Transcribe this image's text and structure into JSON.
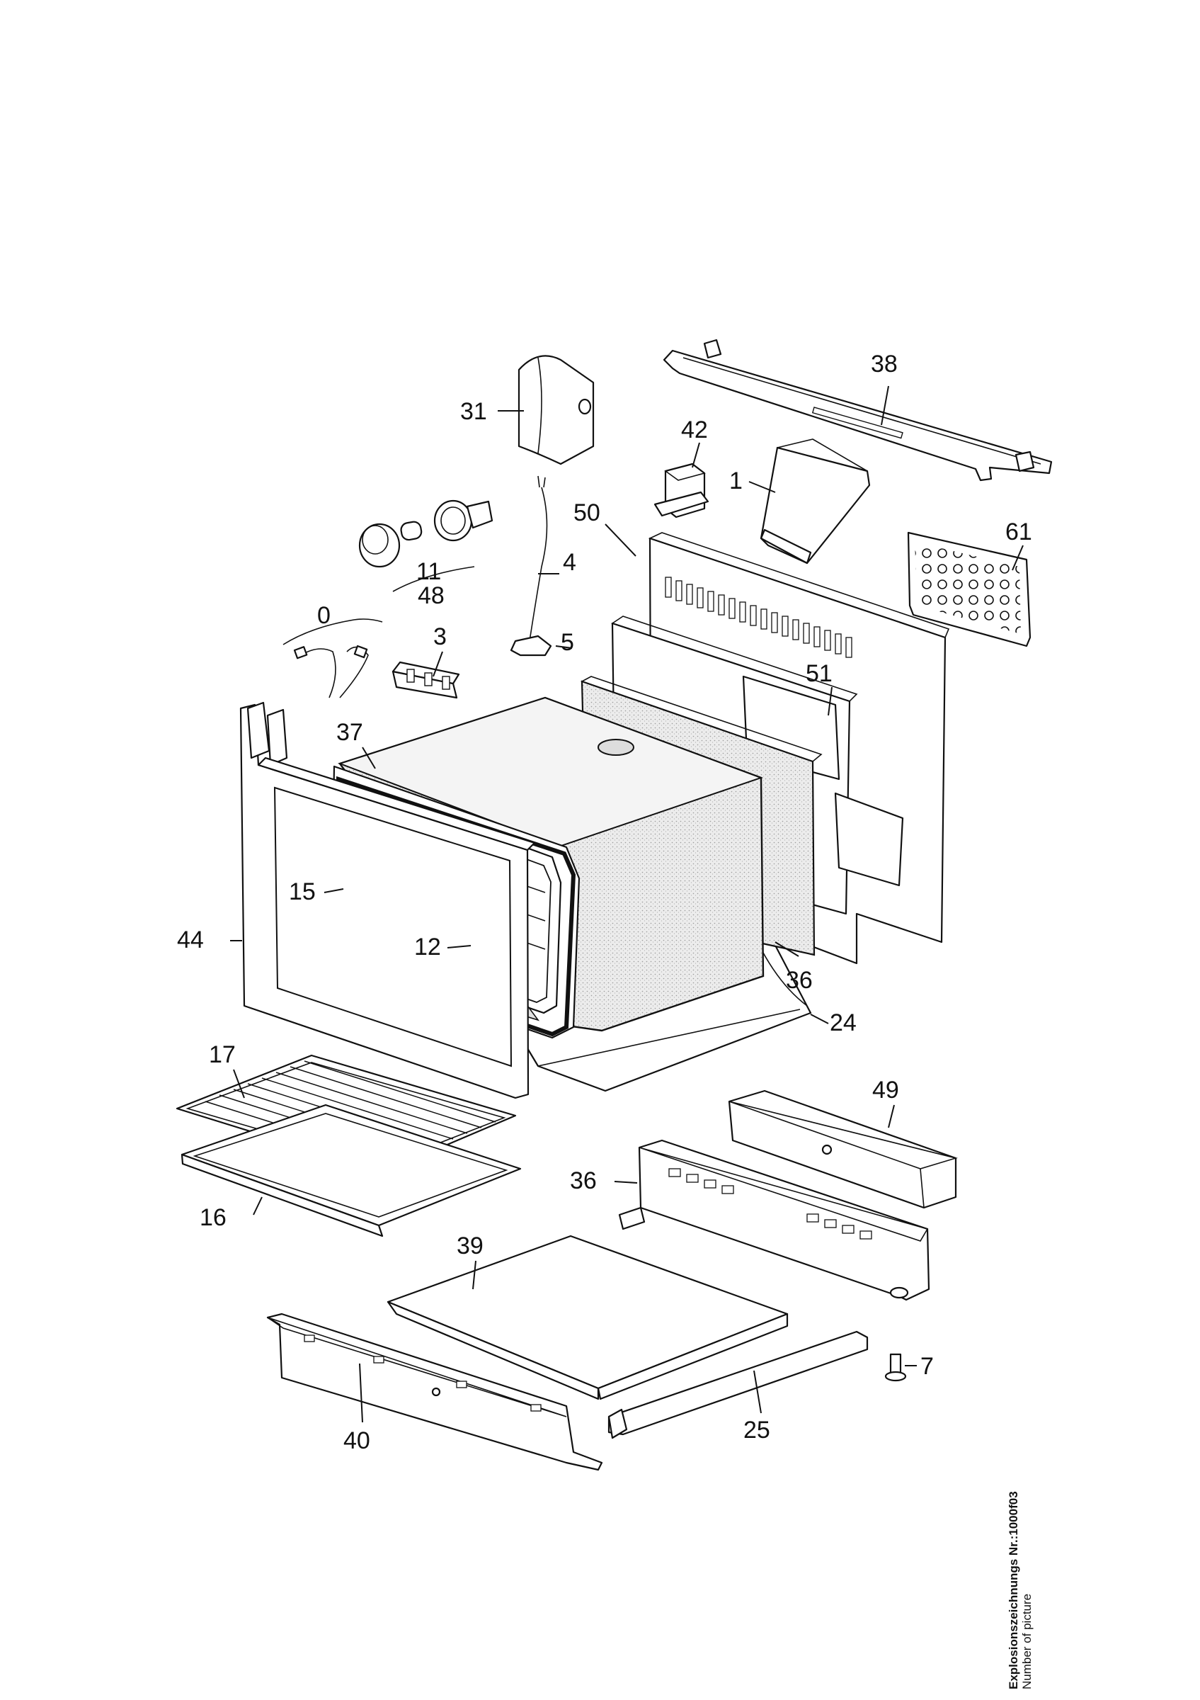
{
  "diagram": {
    "type": "exploded-parts-view",
    "callouts": [
      {
        "id": "p0",
        "label": "0"
      },
      {
        "id": "p1",
        "label": "1"
      },
      {
        "id": "p3",
        "label": "3"
      },
      {
        "id": "p4",
        "label": "4"
      },
      {
        "id": "p5",
        "label": "5"
      },
      {
        "id": "p7",
        "label": "7"
      },
      {
        "id": "p11",
        "label": "11"
      },
      {
        "id": "p12",
        "label": "12"
      },
      {
        "id": "p15",
        "label": "15"
      },
      {
        "id": "p16",
        "label": "16"
      },
      {
        "id": "p17",
        "label": "17"
      },
      {
        "id": "p24",
        "label": "24"
      },
      {
        "id": "p25",
        "label": "25"
      },
      {
        "id": "p31",
        "label": "31"
      },
      {
        "id": "p36a",
        "label": "36"
      },
      {
        "id": "p36b",
        "label": "36"
      },
      {
        "id": "p37",
        "label": "37"
      },
      {
        "id": "p38",
        "label": "38"
      },
      {
        "id": "p39",
        "label": "39"
      },
      {
        "id": "p40",
        "label": "40"
      },
      {
        "id": "p42",
        "label": "42"
      },
      {
        "id": "p44",
        "label": "44"
      },
      {
        "id": "p48",
        "label": "48"
      },
      {
        "id": "p49",
        "label": "49"
      },
      {
        "id": "p50",
        "label": "50"
      },
      {
        "id": "p51",
        "label": "51"
      },
      {
        "id": "p61",
        "label": "61"
      }
    ]
  },
  "caption": {
    "title": "Explosionszeichnungs Nr.:1000f03",
    "subtitle": "Number of picture"
  }
}
